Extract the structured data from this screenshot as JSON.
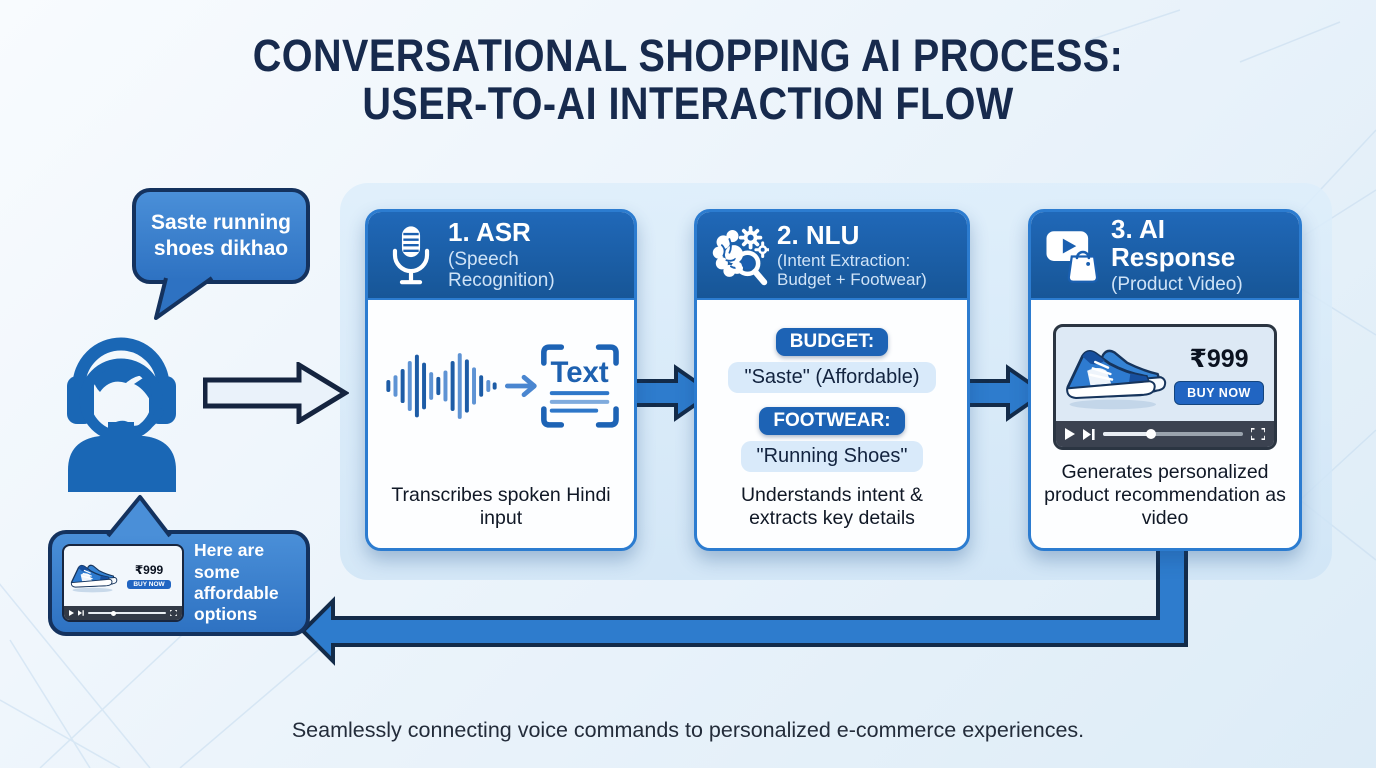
{
  "title": {
    "line1": "CONVERSATIONAL SHOPPING AI PROCESS:",
    "line2": "USER-TO-AI INTERACTION FLOW"
  },
  "user_side": {
    "speech_bubble_text": "Saste running shoes dikhao",
    "response_bubble_text": "Here are some affordable options"
  },
  "steps": [
    {
      "title": "1. ASR",
      "subtitle": "(Speech Recognition)",
      "icon": "microphone-icon",
      "visual": {
        "label": "Text"
      },
      "caption": "Transcribes spoken Hindi input"
    },
    {
      "title": "2. NLU",
      "subtitle": "(Intent Extraction: Budget + Footwear)",
      "icon": "brain-gears-magnifier-icon",
      "entities": [
        {
          "label": "BUDGET:",
          "value": "\"Saste\" (Affordable)"
        },
        {
          "label": "FOOTWEAR:",
          "value": "\"Running Shoes\""
        }
      ],
      "caption": "Understands intent & extracts key details"
    },
    {
      "title": "3. AI Response",
      "subtitle": "(Product Video)",
      "icon": "video-player-shopping-bag-icon",
      "video": {
        "price": "₹999",
        "buy_button_label": "BUY NOW"
      },
      "caption": "Generates personalized product recommendation as video"
    }
  ],
  "mini_video": {
    "price": "₹999",
    "buy_button_label": "BUY NOW"
  },
  "footer_text": "Seamlessly connecting voice commands to personalized e-commerce experiences.",
  "colors": {
    "title_navy": "#172a4d",
    "card_header_blue": "#1a5fb0",
    "card_border_blue": "#2c7cd0",
    "bubble_blue": "#3a80cf",
    "outline_navy": "#14325e",
    "arrow_fill_blue": "#2e7ccd",
    "entity_chip_blue": "#1d63b5",
    "entity_pill_light_blue": "#d9eafa",
    "person_blue": "#1a67b5",
    "buy_button_blue": "#2165c2"
  }
}
